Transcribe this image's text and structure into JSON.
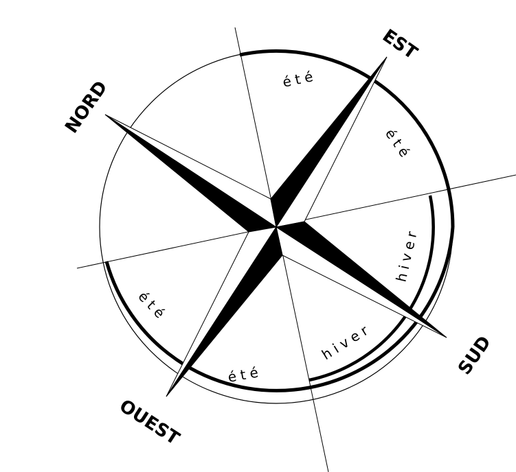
{
  "directions": {
    "north": "NORD",
    "east": "EST",
    "south": "SUD",
    "west": "OUEST"
  },
  "seasons": {
    "ete_top": "été",
    "ete_upper_right": "été",
    "hiver_right": "hiver",
    "hiver_bottom_right": "hiver",
    "ete_bottom": "été",
    "ete_left": "été"
  },
  "colors": {
    "ink": "#000000",
    "paper": "#ffffff"
  }
}
